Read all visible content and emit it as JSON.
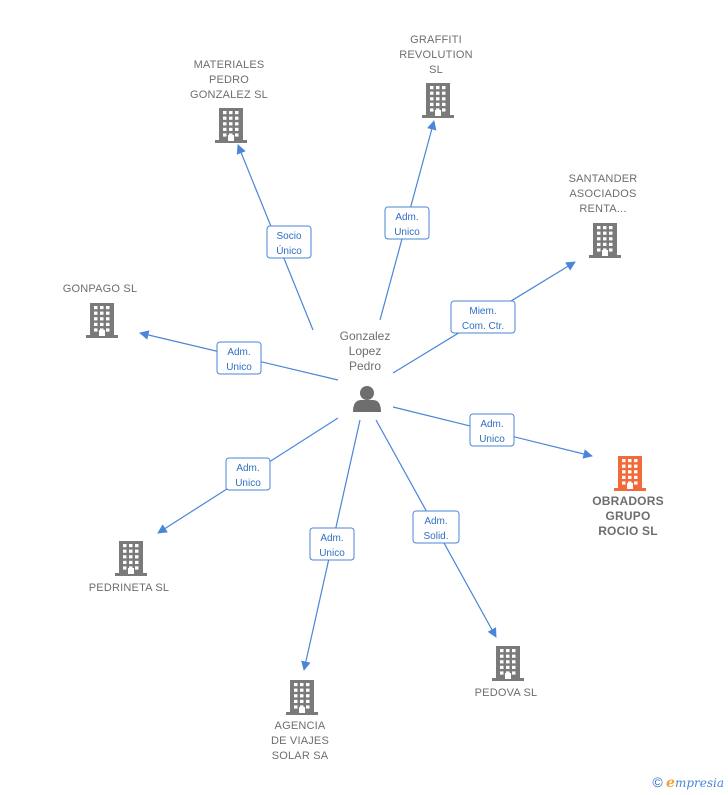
{
  "center": {
    "label_lines": [
      "Gonzalez",
      "Lopez",
      "Pedro"
    ],
    "icon": "person-icon"
  },
  "nodes": [
    {
      "id": "materiales-pedro-gonzalez-sl",
      "label_lines": [
        "MATERIALES",
        "PEDRO",
        "GONZALEZ SL"
      ],
      "icon": "building-icon",
      "color": "#7a7a7a",
      "highlight": false
    },
    {
      "id": "graffiti-revolution-sl",
      "label_lines": [
        "GRAFFITI",
        "REVOLUTION",
        "SL"
      ],
      "icon": "building-icon",
      "color": "#7a7a7a",
      "highlight": false
    },
    {
      "id": "santander-asociados-renta",
      "label_lines": [
        "SANTANDER",
        "ASOCIADOS",
        "RENTA..."
      ],
      "icon": "building-icon",
      "color": "#7a7a7a",
      "highlight": false
    },
    {
      "id": "gonpago-sl",
      "label_lines": [
        "GONPAGO  SL"
      ],
      "icon": "building-icon",
      "color": "#7a7a7a",
      "highlight": false
    },
    {
      "id": "obradors-grupo-rocio-sl",
      "label_lines": [
        "OBRADORS",
        "GRUPO",
        "ROCIO  SL"
      ],
      "icon": "building-icon",
      "color": "#f26a3a",
      "highlight": true
    },
    {
      "id": "pedrineta-sl",
      "label_lines": [
        "PEDRINETA  SL"
      ],
      "icon": "building-icon",
      "color": "#7a7a7a",
      "highlight": false
    },
    {
      "id": "agencia-de-viajes-solar-sa",
      "label_lines": [
        "AGENCIA",
        "DE VIAJES",
        "SOLAR SA"
      ],
      "icon": "building-icon",
      "color": "#7a7a7a",
      "highlight": false
    },
    {
      "id": "pedova-sl",
      "label_lines": [
        "PEDOVA  SL"
      ],
      "icon": "building-icon",
      "color": "#7a7a7a",
      "highlight": false
    }
  ],
  "edges": [
    {
      "target": "materiales-pedro-gonzalez-sl",
      "label_lines": [
        "Socio",
        "Único"
      ]
    },
    {
      "target": "graffiti-revolution-sl",
      "label_lines": [
        "Adm.",
        "Unico"
      ]
    },
    {
      "target": "santander-asociados-renta",
      "label_lines": [
        "Miem.",
        "Com. Ctr."
      ]
    },
    {
      "target": "gonpago-sl",
      "label_lines": [
        "Adm.",
        "Unico"
      ]
    },
    {
      "target": "obradors-grupo-rocio-sl",
      "label_lines": [
        "Adm.",
        "Unico"
      ]
    },
    {
      "target": "pedrineta-sl",
      "label_lines": [
        "Adm.",
        "Unico"
      ]
    },
    {
      "target": "agencia-de-viajes-solar-sa",
      "label_lines": [
        "Adm.",
        "Unico"
      ]
    },
    {
      "target": "pedova-sl",
      "label_lines": [
        "Adm.",
        "Solid."
      ]
    }
  ],
  "colors": {
    "edge": "#4a86d8",
    "node_default": "#7a7a7a",
    "node_highlight": "#f26a3a",
    "center": "#6e6e6e"
  },
  "footer": {
    "copyright": "©",
    "brand_initial": "e",
    "brand_rest": "mpresia"
  }
}
